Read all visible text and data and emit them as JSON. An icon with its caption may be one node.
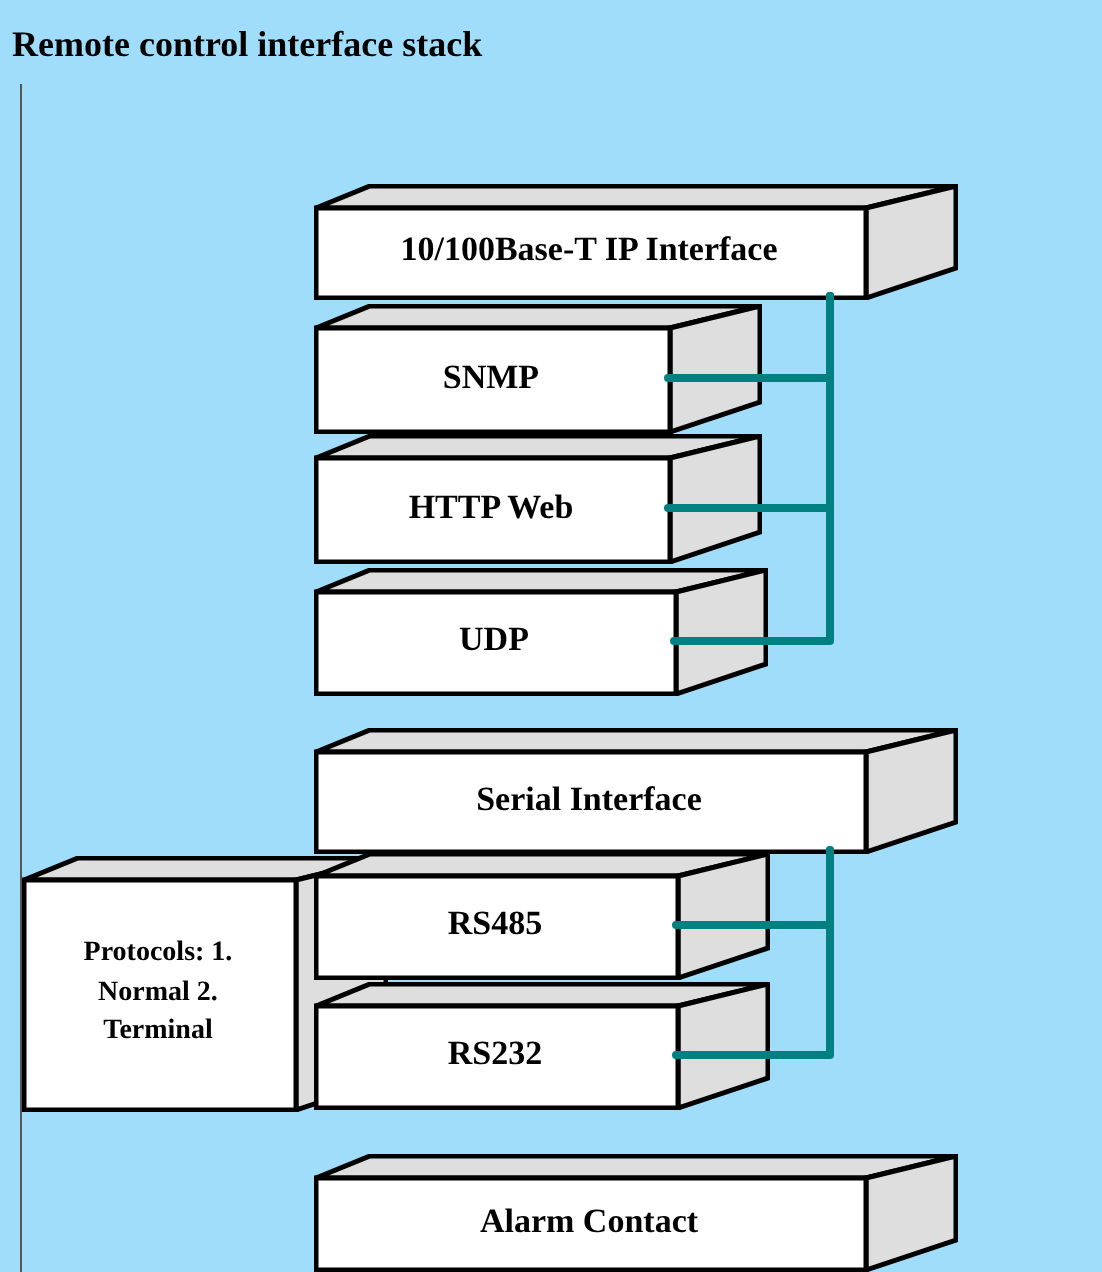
{
  "diagram": {
    "title": "Remote control interface stack",
    "nodes": [
      {
        "text": [
          "10/100Base-T IP Interface"
        ]
      },
      {
        "text": [
          "SNMP"
        ]
      },
      {
        "text": [
          "HTTP Web"
        ]
      },
      {
        "text": [
          "UDP"
        ]
      },
      {
        "text": [
          "Serial Interface"
        ]
      },
      {
        "text": [
          "Protocols: 1. Normal 2. Terminal"
        ]
      },
      {
        "text": [
          "RS485"
        ]
      },
      {
        "text": [
          "RS232"
        ]
      },
      {
        "text": [
          "Alarm Contact"
        ]
      }
    ],
    "edges": [
      {
        "from": 0,
        "to": 1,
        "arrow": "none"
      },
      {
        "from": 0,
        "to": 2,
        "arrow": "none"
      },
      {
        "from": 0,
        "to": 3,
        "arrow": "none"
      },
      {
        "from": 4,
        "to": 6,
        "arrow": "none"
      },
      {
        "from": 4,
        "to": 7,
        "arrow": "none"
      }
    ]
  }
}
